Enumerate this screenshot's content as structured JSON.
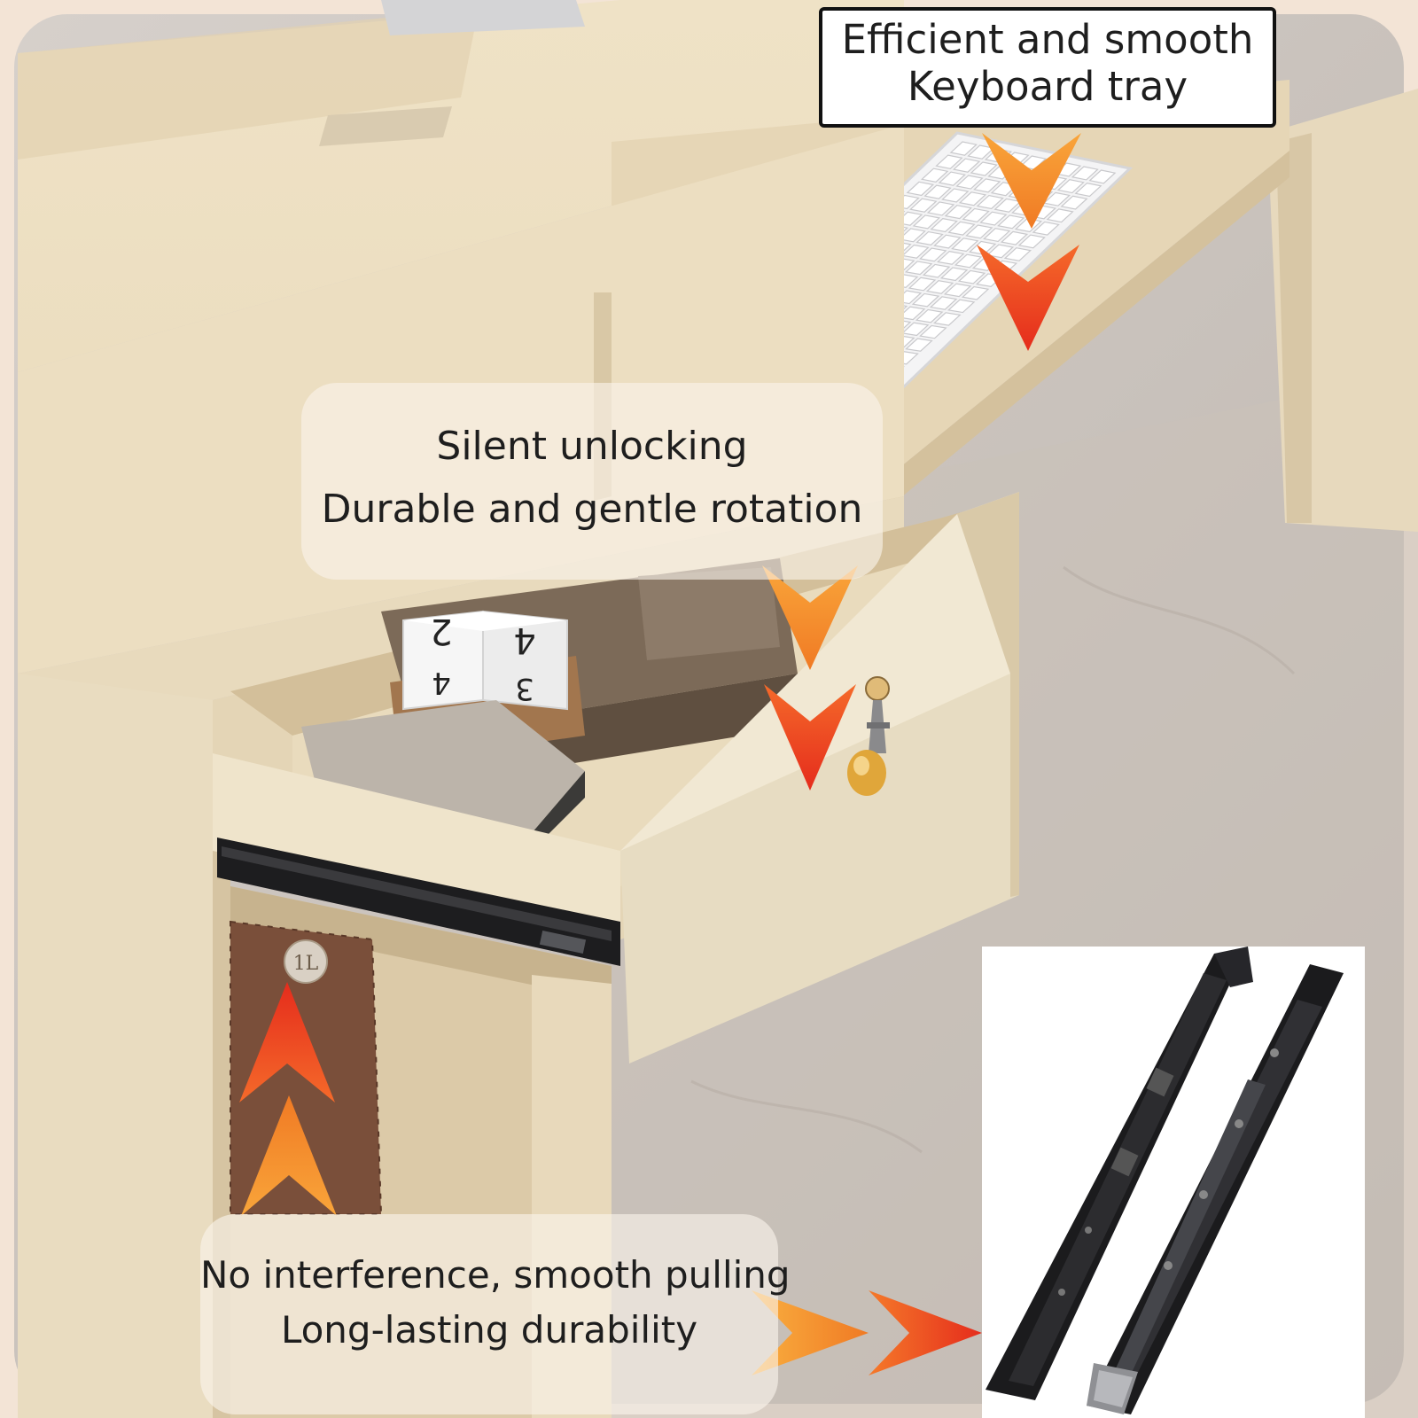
{
  "callouts": {
    "keyboard_tray": {
      "line1": "Efficient and smooth",
      "line2": "Keyboard tray"
    },
    "lock": {
      "line1": "Silent unlocking",
      "line2": "Durable and gentle rotation"
    },
    "slide_rail": {
      "line1": "No interference, smooth pulling",
      "line2": "Long-lasting durability"
    }
  },
  "scene": {
    "calendar_block_digits": [
      "2",
      "4",
      "4",
      "3"
    ],
    "basket_tag": "1L"
  },
  "colors": {
    "desk": "#eee1c4",
    "desk_shadow": "#d9c7a4",
    "floor": "#cac3bd",
    "arrow_orange": "#f7952e",
    "arrow_red": "#ee3a22",
    "rail": "#1b1b1d"
  }
}
